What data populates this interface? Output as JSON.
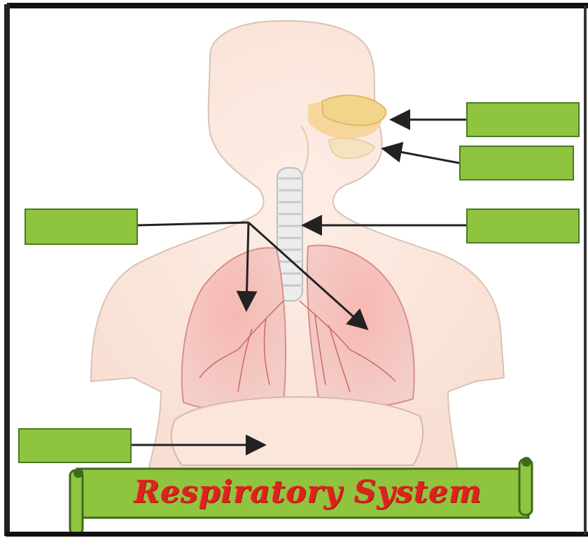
{
  "diagram": {
    "title": "Respiratory System",
    "colors": {
      "label_box_fill": "#8fc43f",
      "label_box_border": "#4d7a23",
      "banner_fill": "#8fc43f",
      "title_text": "#d9241c",
      "skin": "#fbe3d6",
      "lungs": "#f4a7a2",
      "nasal_cavity": "#f2d58a",
      "trachea": "#e8e8e8",
      "arrow": "#222222"
    },
    "labels": [
      {
        "id": "nose",
        "text": ""
      },
      {
        "id": "mouth",
        "text": ""
      },
      {
        "id": "trachea",
        "text": ""
      },
      {
        "id": "lungs",
        "text": ""
      },
      {
        "id": "diaphragm",
        "text": ""
      }
    ]
  }
}
